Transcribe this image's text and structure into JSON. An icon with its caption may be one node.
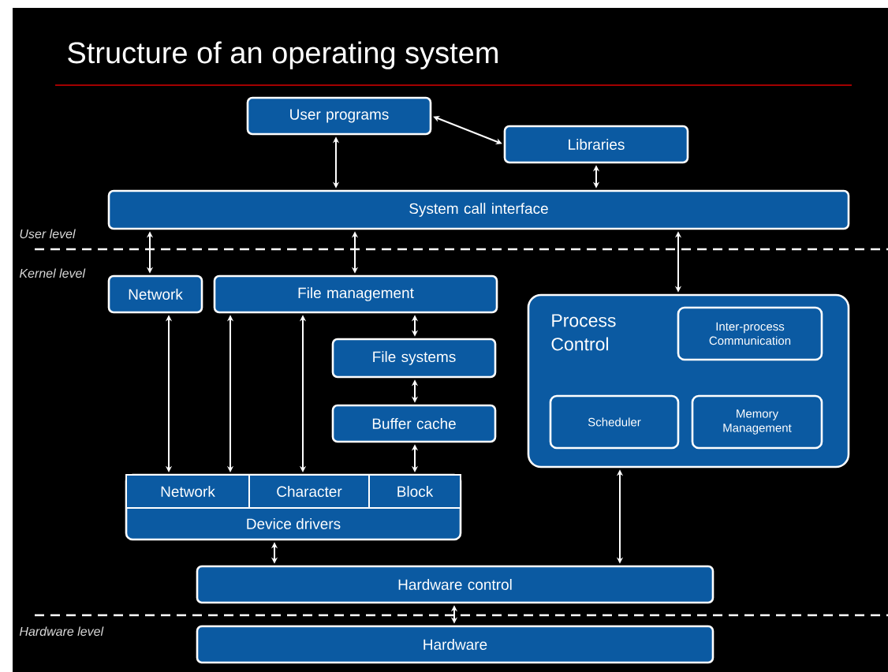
{
  "diagram": {
    "title": "Structure of an operating system",
    "nodes": [
      {
        "text": [
          "User programs"
        ]
      },
      {
        "text": [
          "Libraries"
        ]
      },
      {
        "text": [
          "System call interface"
        ]
      },
      {
        "text": [
          "Network"
        ]
      },
      {
        "text": [
          "File management"
        ]
      },
      {
        "text": [
          "File systems"
        ]
      },
      {
        "text": [
          "Buffer cache"
        ]
      },
      {
        "text": [
          "Process Control"
        ]
      },
      {
        "text": [
          "Inter-process Communication"
        ],
        "in": 7
      },
      {
        "text": [
          "Scheduler"
        ],
        "in": 7
      },
      {
        "text": [
          "Memory Management"
        ],
        "in": 7
      },
      {
        "text": [
          "Device drivers"
        ]
      },
      {
        "text": [
          "Network"
        ],
        "in": 11
      },
      {
        "text": [
          "Character"
        ],
        "in": 11
      },
      {
        "text": [
          "Block"
        ],
        "in": 11
      },
      {
        "text": [
          "Hardware control"
        ]
      },
      {
        "text": [
          "Hardware"
        ]
      }
    ],
    "edges": [
      {
        "from": 0,
        "to": 1,
        "arrow": "both"
      },
      {
        "from": 0,
        "to": 2,
        "arrow": "both"
      },
      {
        "from": 1,
        "to": 2,
        "arrow": "both"
      },
      {
        "from": 2,
        "to": 3,
        "arrow": "both"
      },
      {
        "from": 2,
        "to": 4,
        "arrow": "both"
      },
      {
        "from": 2,
        "to": 7,
        "arrow": "both"
      },
      {
        "from": 4,
        "to": 5,
        "arrow": "both"
      },
      {
        "from": 5,
        "to": 6,
        "arrow": "both"
      },
      {
        "from": 3,
        "to": 12,
        "arrow": "both"
      },
      {
        "from": 4,
        "to": 12,
        "arrow": "both"
      },
      {
        "from": 4,
        "to": 13,
        "arrow": "both"
      },
      {
        "from": 6,
        "to": 14,
        "arrow": "both"
      },
      {
        "from": 11,
        "to": 15,
        "arrow": "both"
      },
      {
        "from": 7,
        "to": 15,
        "arrow": "both"
      },
      {
        "from": 15,
        "to": 16,
        "arrow": "both"
      }
    ],
    "labels": [
      "User level",
      "Kernel level",
      "Hardware level"
    ]
  }
}
